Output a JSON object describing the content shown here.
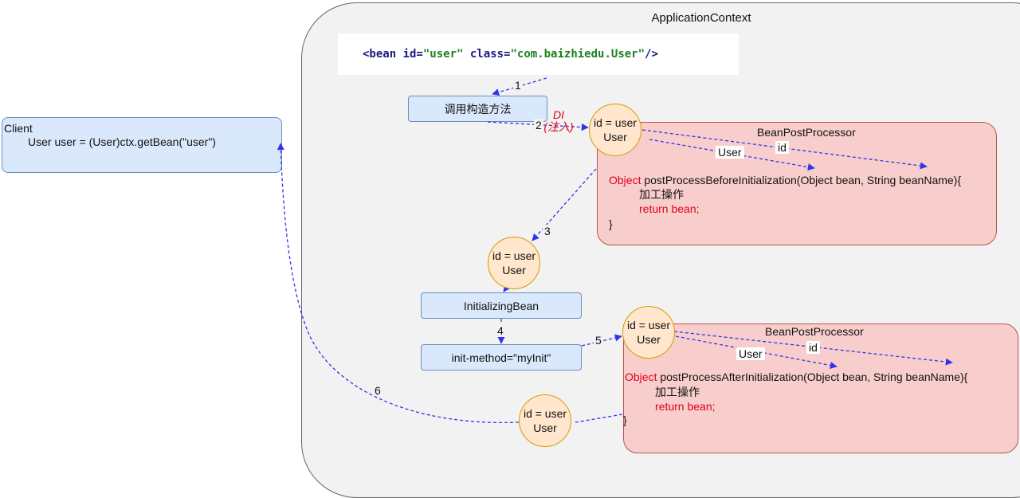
{
  "context": {
    "title": "ApplicationContext"
  },
  "xml": {
    "open": "<bean ",
    "id_attr": "id=",
    "id_val": "\"user\"",
    "class_attr": " class=",
    "class_val": "\"com.baizhiedu.User\"",
    "close": "/>"
  },
  "client": {
    "title": "Client",
    "code": "User user = (User)ctx.getBean(\"user\")"
  },
  "steps": {
    "constructor": "调用构造方法",
    "initializing_bean": "InitializingBean",
    "init_method": "init-method=\"myInit\""
  },
  "bean_circle": {
    "line1": "id = user",
    "line2": "User"
  },
  "di": {
    "line1": "DI",
    "line2": "(注入)"
  },
  "bpp_before": {
    "title": "BeanPostProcessor",
    "kw": "Object",
    "signature": " postProcessBeforeInitialization(Object bean, String beanName){",
    "body": "加工操作",
    "ret": "return  bean;",
    "close": "}"
  },
  "bpp_after": {
    "title": "BeanPostProcessor",
    "kw": "Object",
    "signature": " postProcessAfterInitialization(Object bean, String beanName){",
    "body": "加工操作",
    "ret": "return  bean;",
    "close": "}"
  },
  "edge_labels": {
    "user": "User",
    "id": "id"
  },
  "step_numbers": [
    "1",
    "2",
    "3",
    "4",
    "5",
    "6"
  ],
  "colors": {
    "arrow": "#3333ee",
    "blue_fill": "#dae8fc",
    "orange_fill": "#ffe6cc",
    "pink_fill": "#f8cecc",
    "keyword_red": "#e0001b"
  }
}
